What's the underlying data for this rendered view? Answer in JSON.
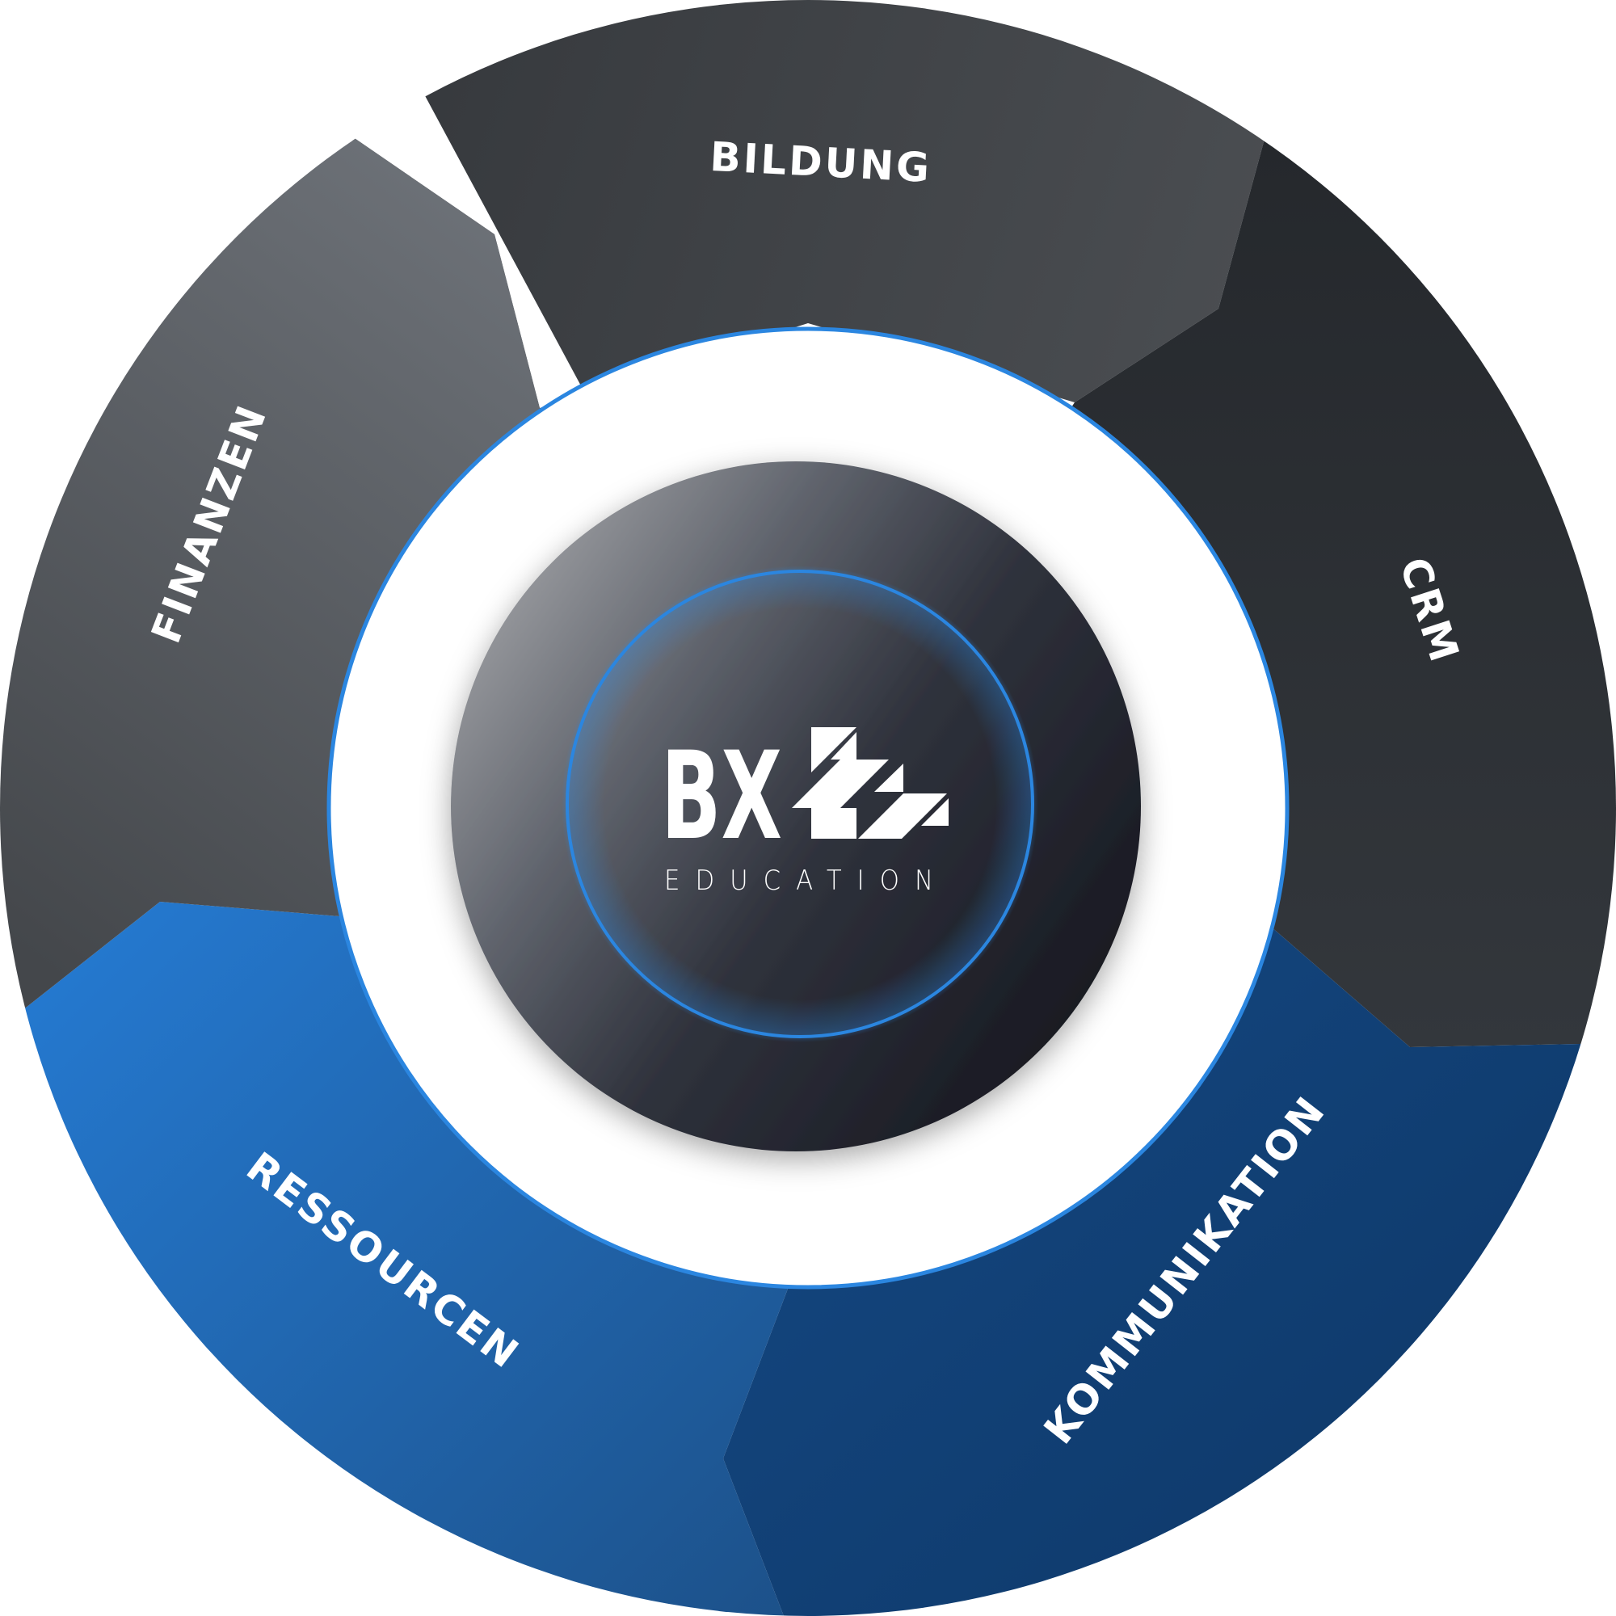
{
  "diagram": {
    "segments": [
      {
        "id": "bildung",
        "label": "BILDUNG",
        "colors": [
          "#34373b",
          "#4a4d51"
        ]
      },
      {
        "id": "crm",
        "label": "CRM",
        "colors": [
          "#222529",
          "#33373c"
        ]
      },
      {
        "id": "kommunikation",
        "label": "KOMMUNIKATION",
        "colors": [
          "#154a86",
          "#0d3563"
        ]
      },
      {
        "id": "ressourcen",
        "label": "RESSOURCEN",
        "colors": [
          "#2680dc",
          "#1c4f86"
        ]
      },
      {
        "id": "finanzen",
        "label": "FINANZEN",
        "colors": [
          "#7a7f86",
          "#44474b"
        ]
      }
    ],
    "accent_color": "#2b86e0",
    "center_logo": {
      "mark": "BX",
      "subtitle": "EDUCATION"
    }
  }
}
